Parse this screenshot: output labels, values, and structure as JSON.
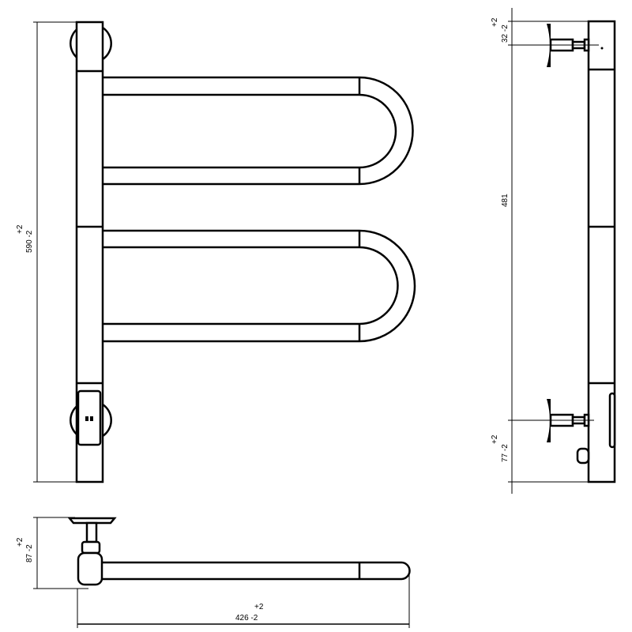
{
  "drawing": {
    "height_dim": {
      "value": "590 -2",
      "tol": "+2"
    },
    "depth_dim": {
      "value": "87 -2",
      "tol": "+2"
    },
    "width_dim": {
      "value": "426 -2",
      "tol": "+2"
    },
    "side_top_dim": {
      "value": "32 -2",
      "tol": "+2"
    },
    "side_mount_dim": {
      "value": "481"
    },
    "side_bottom_dim": {
      "value": "77 -2",
      "tol": "+2"
    }
  }
}
